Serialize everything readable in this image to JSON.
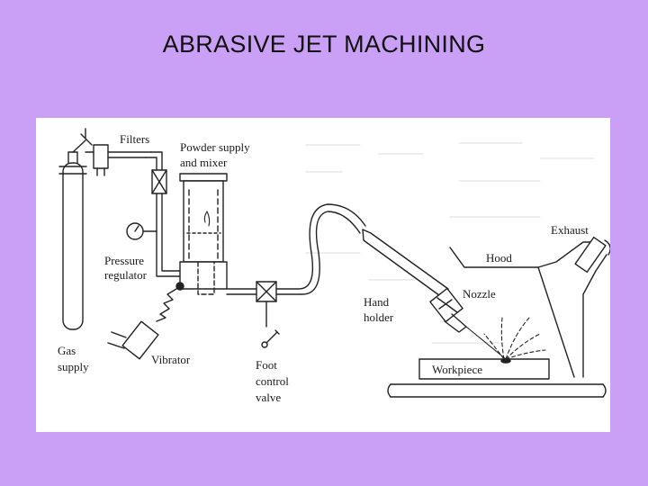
{
  "slide": {
    "title": "ABRASIVE JET MACHINING"
  },
  "diagram": {
    "labels": {
      "filters": "Filters",
      "powder_supply": "Powder supply",
      "and_mixer": "and mixer",
      "pressure": "Pressure",
      "regulator": "regulator",
      "gas": "Gas",
      "supply": "supply",
      "vibrator": "Vibrator",
      "foot": "Foot",
      "control": "control",
      "valve": "valve",
      "hand": "Hand",
      "holder": "holder",
      "hood": "Hood",
      "nozzle": "Nozzle",
      "exhaust": "Exhaust",
      "workpiece": "Workpiece"
    }
  }
}
